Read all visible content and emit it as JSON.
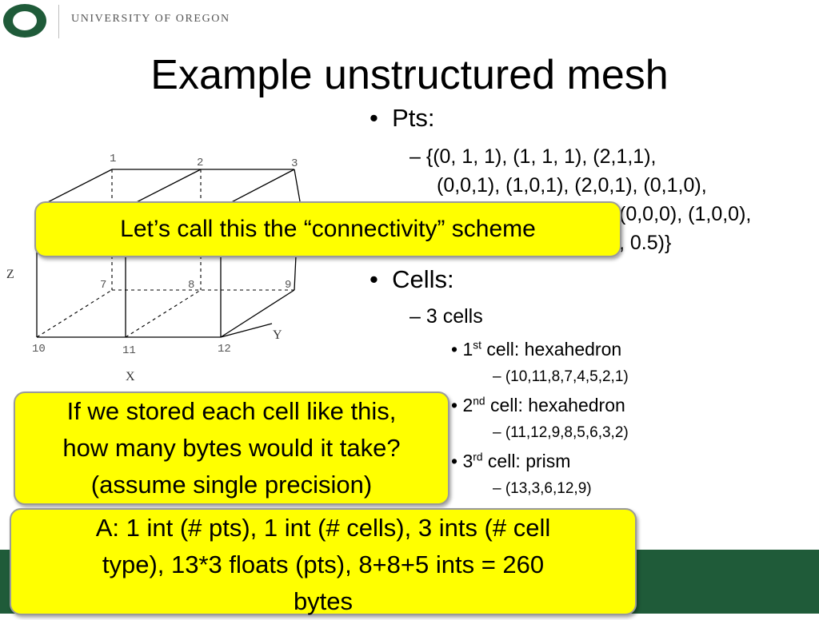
{
  "header": {
    "logo_letter": "O",
    "university_name": "UNIVERSITY OF OREGON"
  },
  "slide": {
    "title": "Example unstructured mesh"
  },
  "colors": {
    "uo_green": "#1f5b39",
    "callout_yellow": "#ffff00"
  },
  "diagram": {
    "node_labels": [
      "1",
      "2",
      "3",
      "7",
      "8",
      "9",
      "10",
      "11",
      "12"
    ],
    "axis_labels": {
      "z": "Z",
      "x": "X",
      "y": "Y"
    }
  },
  "bullets": {
    "pts_label": "Pts:",
    "pts_line1": "– {(0, 1, 1), (1, 1, 1), (2,1,1),",
    "pts_line2": "(0,0,1), (1,0,1), (2,0,1), (0,1,0),",
    "pts_line3": "(0,0,0), (1,0,0),",
    "pts_line4": ", 0.5)}",
    "cells_label": "Cells:",
    "cells_count": "– 3 cells",
    "cell1_prefix": "1",
    "cell1_sup": "st",
    "cell1_text": " cell: hexahedron",
    "cell1_conn": "–  (10,11,8,7,4,5,2,1)",
    "cell2_prefix": "2",
    "cell2_sup": "nd",
    "cell2_text": " cell: hexahedron",
    "cell2_conn": "–  (11,12,9,8,5,6,3,2)",
    "cell3_prefix": "3",
    "cell3_sup": "rd",
    "cell3_text": " cell: prism",
    "cell3_conn": "–  (13,3,6,12,9)"
  },
  "callouts": {
    "connectivity": "Let’s call this the “connectivity” scheme",
    "question_line1": "If we stored each cell like this,",
    "question_line2": "how many bytes would it take?",
    "question_line3": "(assume single precision)",
    "answer_line1": "A: 1 int (# pts), 1 int (# cells), 3 ints (# cell",
    "answer_line2": "type), 13*3 floats (pts), 8+8+5 ints = 260",
    "answer_line3": "bytes"
  }
}
